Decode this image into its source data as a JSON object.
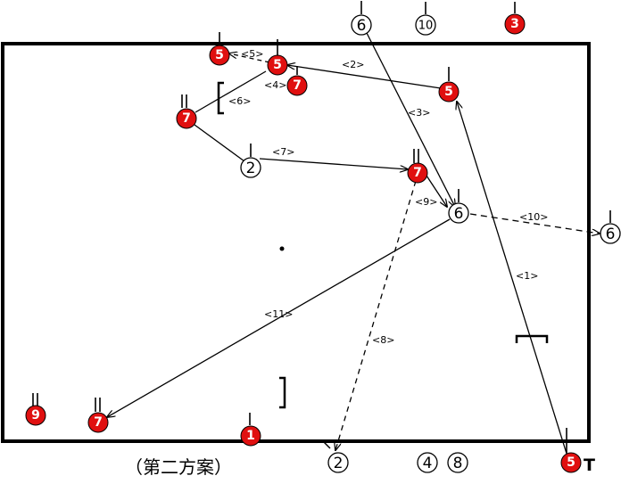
{
  "caption": "（第二方案）",
  "arrow_labels": [
    "<1>",
    "<2>",
    "<3>",
    "<4>",
    "<5>",
    "<6>",
    "<7>",
    "<8>",
    "<9>",
    "<10>",
    "<11>",
    "T"
  ],
  "players": {
    "red": [
      "5",
      "5",
      "7",
      "7",
      "7",
      "5",
      "7",
      "9",
      "1",
      "3",
      "5"
    ],
    "white": [
      "6",
      "10",
      "2",
      "6",
      "6",
      "2",
      "4",
      "8"
    ]
  },
  "colors": {
    "red_player": "#e01010",
    "line": "#000000"
  }
}
